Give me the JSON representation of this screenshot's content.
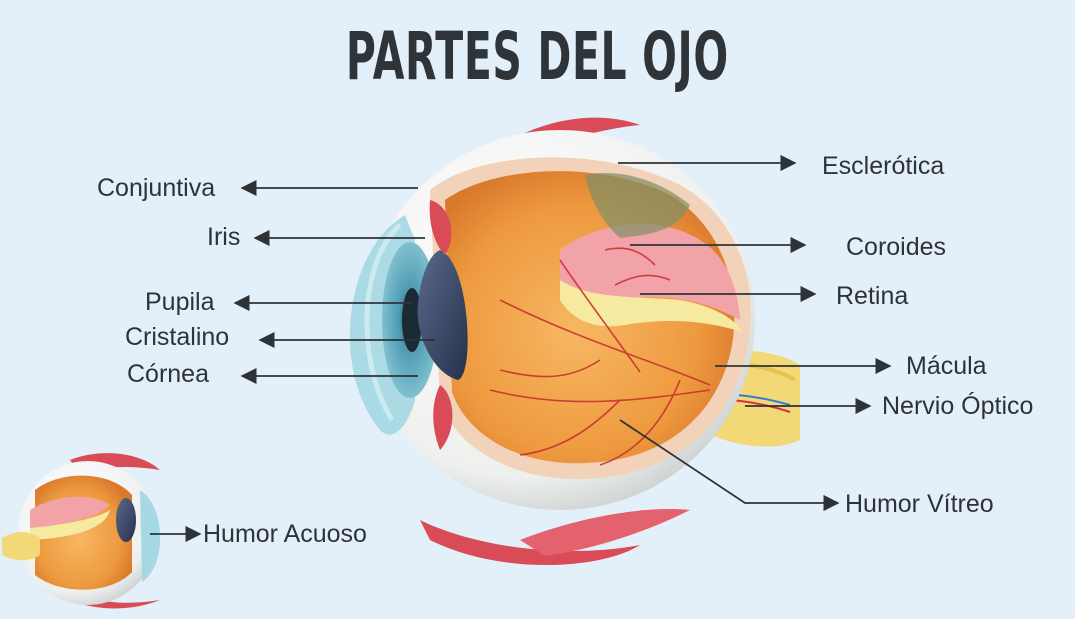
{
  "title": "PARTES DEL OJO",
  "labels": {
    "conjuntiva": "Conjuntiva",
    "iris": "Iris",
    "pupila": "Pupila",
    "cristalino": "Cristalino",
    "cornea": "Córnea",
    "esclerotica": "Esclerótica",
    "coroides": "Coroides",
    "retina": "Retina",
    "macula": "Mácula",
    "nervio_optico": "Nervio Óptico",
    "humor_vitreo": "Humor Vítreo",
    "humor_acuoso": "Humor Acuoso"
  },
  "colors": {
    "background": "#e4f0f9",
    "text": "#2e3338",
    "sclera": "#f4f4f2",
    "vitreous": "#f0a24a",
    "retina": "#f6eaa0",
    "choroid": "#f1a3a8",
    "muscle": "#d94c57",
    "iris": "#4b8ea6",
    "lens": "#3f4d6d"
  }
}
